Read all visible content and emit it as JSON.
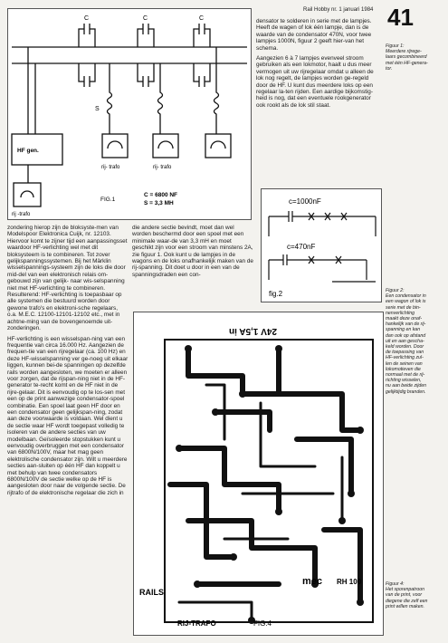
{
  "header": {
    "running_title": "Rail Hobby nr. 1 januari 1984",
    "page_number": "41"
  },
  "fig1": {
    "labels": {
      "c1": "C",
      "c2": "C",
      "c3": "C",
      "s": "S",
      "hf": "HF gen.",
      "trafo1": "rij- trafo",
      "trafo2": "rij- trafo",
      "trafo3": "rij -trafo",
      "cval": "C = 6800 NF",
      "sval": "S = 3,3 MH",
      "title": "FIG.1"
    }
  },
  "fig2": {
    "c_top": "c=1000nF",
    "c_bottom": "c=470nF",
    "title": "fig.2"
  },
  "fig4": {
    "rating": "24V 1,5A in",
    "mark": "mec",
    "code": "RH 100",
    "rails": "RAILS",
    "trafo": "RIJ-TRAFO",
    "title": "FIG.4"
  },
  "col1": [
    "zondering hierop zijn de bloksyste-men van Modelspoor Elektronica Cuijk, nr. 12103. Hiervoor komt te zijner tijd een aanpassingsset waardoor HF-verlichting wel met dit bloksysteem is te combineren. Tot zover gelijkspanningssystemen. Bij het Märklin wisselspannings-systeem zijn de loks die door mid-del van een elektronisch relais om-gebouwd zijn van gelijk- naar wis-selspanning niet met HF-verlichting te combineren. Resulterend: HF-verlichting is toepasbaar op alle systemen die bestuurd worden door gewone trafo's en elektroni-sche regelaars, o.a. M.E.C. 12100-12101-12102 etc., met in achtne-ming van de bovengenoemde uit-zonderingen.",
    "HF-verlichting is een wisselspan-ning van een frequentie van circa 16.000 Hz. Aangezien de frequen-tie van een rijregelaar (ca. 100 Hz) en deze HF-wisselspanning ver ge-noeg uit elkaar liggen, kunnen bei-de spanningen op dezelfde rails worden aangesloten, we moeten er alleen voor zorgen, dat de rijspan-ning niet in de HF-generator te-recht komt en de HF niet in de rijre-gelaar. Dit is eenvoudig op te los-sen met een op de print aanwezige condensator-spoel combinatie. Een spoel laat geen HF door en een condensator geen gelijkspan-ning, zodat aan deze voorwaarde is voldaan. Wel dient u de sectie waar HF wordt toegepast volledig te isoleren van de andere secties van uw modelbaan. Geïsoleerde stopstukken kunt u eenvoudig overbruggen met een condensator van 6800N/100V, maar het mag geen elektrolische condensator zijn. Wilt u meerdere secties aan-sluiten op één HF dan koppelt u met behulp van twee condensators 6800N/100V de sectie welke op de HF is aangesloten door naar de volgende sectie. De rijtrafo of de elektronische regelaar die zich in"
  ],
  "col2": "die andere sectie bevindt, moet dan wel worden beschermd door een spoel met een minimale waar-de van 3,3 mH en moet geschikt zijn voor een stroom van minstens 2A, zie figuur 1. Ook kunt u de lampjes in de wagons en de loks onafhankelijk maken van de rij-spanning. Dit doet u door in een van de spanningsdraden een con-",
  "col3": [
    "densator te solderen in serie met de lampjes. Heeft de wagen of lok één lampje, dan is de waarde van de condensator 470N, voor twee lampjes 1000N, figuur 2 geeft hier-van het schema.",
    "Aangezien 6 à 7 lampjes evenveel stroom gebruiken als een lokmotor, haalt u dus meer vermogen uit uw rijregelaar omdat u alleen de lok nog regelt, de lampjes worden ge-regeld door de HF. U kunt dus meerdere loks op een regelaar la-ten rijden. Een aardige bijkomstig-heid is nog, dat een eventuele rookgenerator ook rookt als de lok stil staat."
  ],
  "captions": {
    "fig1": [
      "Figuur 1:",
      "Meerdere rijrege-",
      "laars gecombineerd",
      "met één HF-genera-",
      "tor."
    ],
    "fig2": [
      "Figuur 2:",
      "Een condensator in",
      "een wagon of lok is",
      "serie met de bin-",
      "nenverlichting",
      "maakt deze onaf-",
      "hankelijk van de rij-",
      "spanning en kan",
      "dan ook op afstand",
      "uit en aan gescha-",
      "keld worden. Door",
      "de toepassing van",
      "HF-verlichting zul-",
      "len de seinen van",
      "lokomotieven die",
      "normaal met de rij-",
      "richting wisselen,",
      "nu aan beide zijden",
      "gelijktijdig branden."
    ],
    "fig4": [
      "Figuur 4:",
      "Het sporenpatroon",
      "van de print, voor",
      "diegene die zelf een",
      "print willen maken."
    ]
  }
}
